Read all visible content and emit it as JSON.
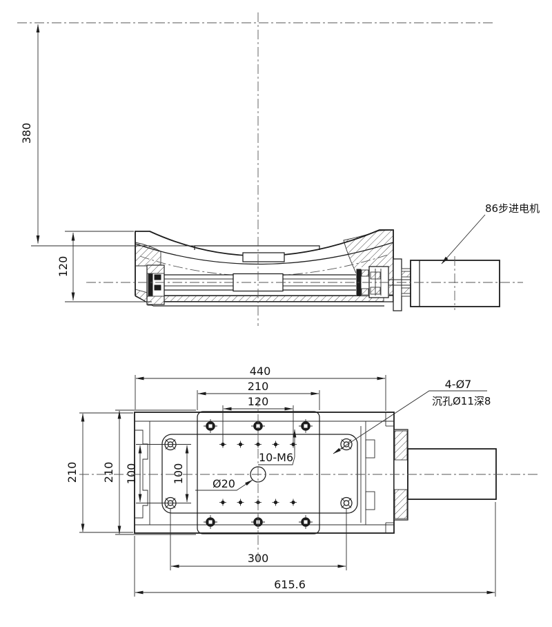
{
  "drawing": {
    "front_view": {
      "dim_pivot_radius": "380",
      "dim_body_height": "120",
      "motor_label": "86步进电机"
    },
    "top_view": {
      "dim_overall_width": "440",
      "dim_table_width": "210",
      "dim_hole_cols_span": "120",
      "dim_base_depth": "210",
      "dim_table_depth": "210",
      "dim_hole_rows_span_a": "100",
      "dim_hole_rows_span_b": "100",
      "dim_corner_hole_span": "300",
      "dim_total_length": "615.6",
      "label_tapped_holes": "10-M6",
      "label_center_hole": "Ø20",
      "label_counterbore_line1": "4-Ø7",
      "label_counterbore_line2": "沉孔Ø11深8"
    }
  }
}
